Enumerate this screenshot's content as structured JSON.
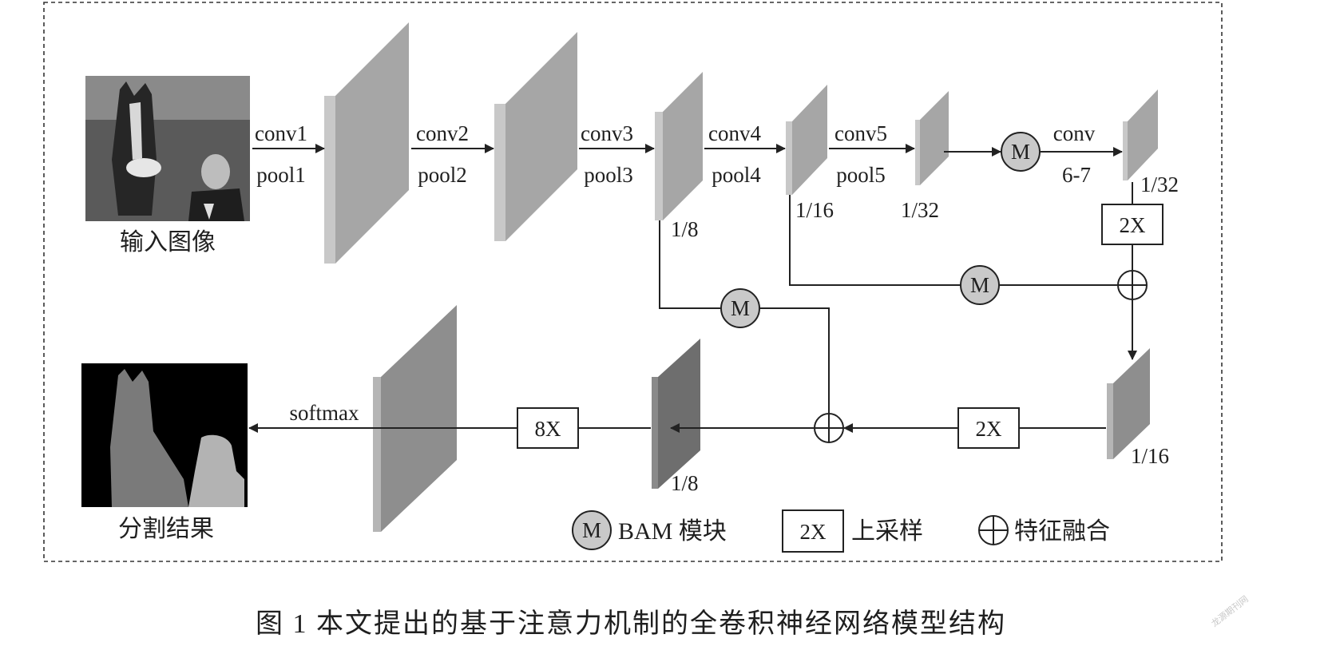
{
  "caption": "图 1   本文提出的基于注意力机制的全卷积神经网络模型结构",
  "input_label": "输入图像",
  "output_label": "分割结果",
  "encoder": {
    "conv1": "conv1",
    "pool1": "pool1",
    "conv2": "conv2",
    "pool2": "pool2",
    "conv3": "conv3",
    "pool3": "pool3",
    "conv4": "conv4",
    "pool4": "pool4",
    "conv5": "conv5",
    "pool5": "pool5",
    "conv67_top": "conv",
    "conv67_bottom": "6-7"
  },
  "scales": {
    "s8": "1/8",
    "s16": "1/16",
    "s32a": "1/32",
    "s32b": "1/32",
    "s16b": "1/16",
    "s8b": "1/8"
  },
  "ops": {
    "m": "M",
    "up2x": "2X",
    "up8x": "8X",
    "softmax": "softmax"
  },
  "legend": {
    "bam": "BAM 模块",
    "up_box": "2X",
    "upsample": "上采样",
    "fusion": "特征融合"
  },
  "watermark": "龙源期刊网",
  "colors": {
    "layer_face": "#a6a6a6",
    "layer_side": "#878787",
    "layer_dark_face": "#6e6e6e",
    "bam_fill": "#c9c9c9"
  }
}
